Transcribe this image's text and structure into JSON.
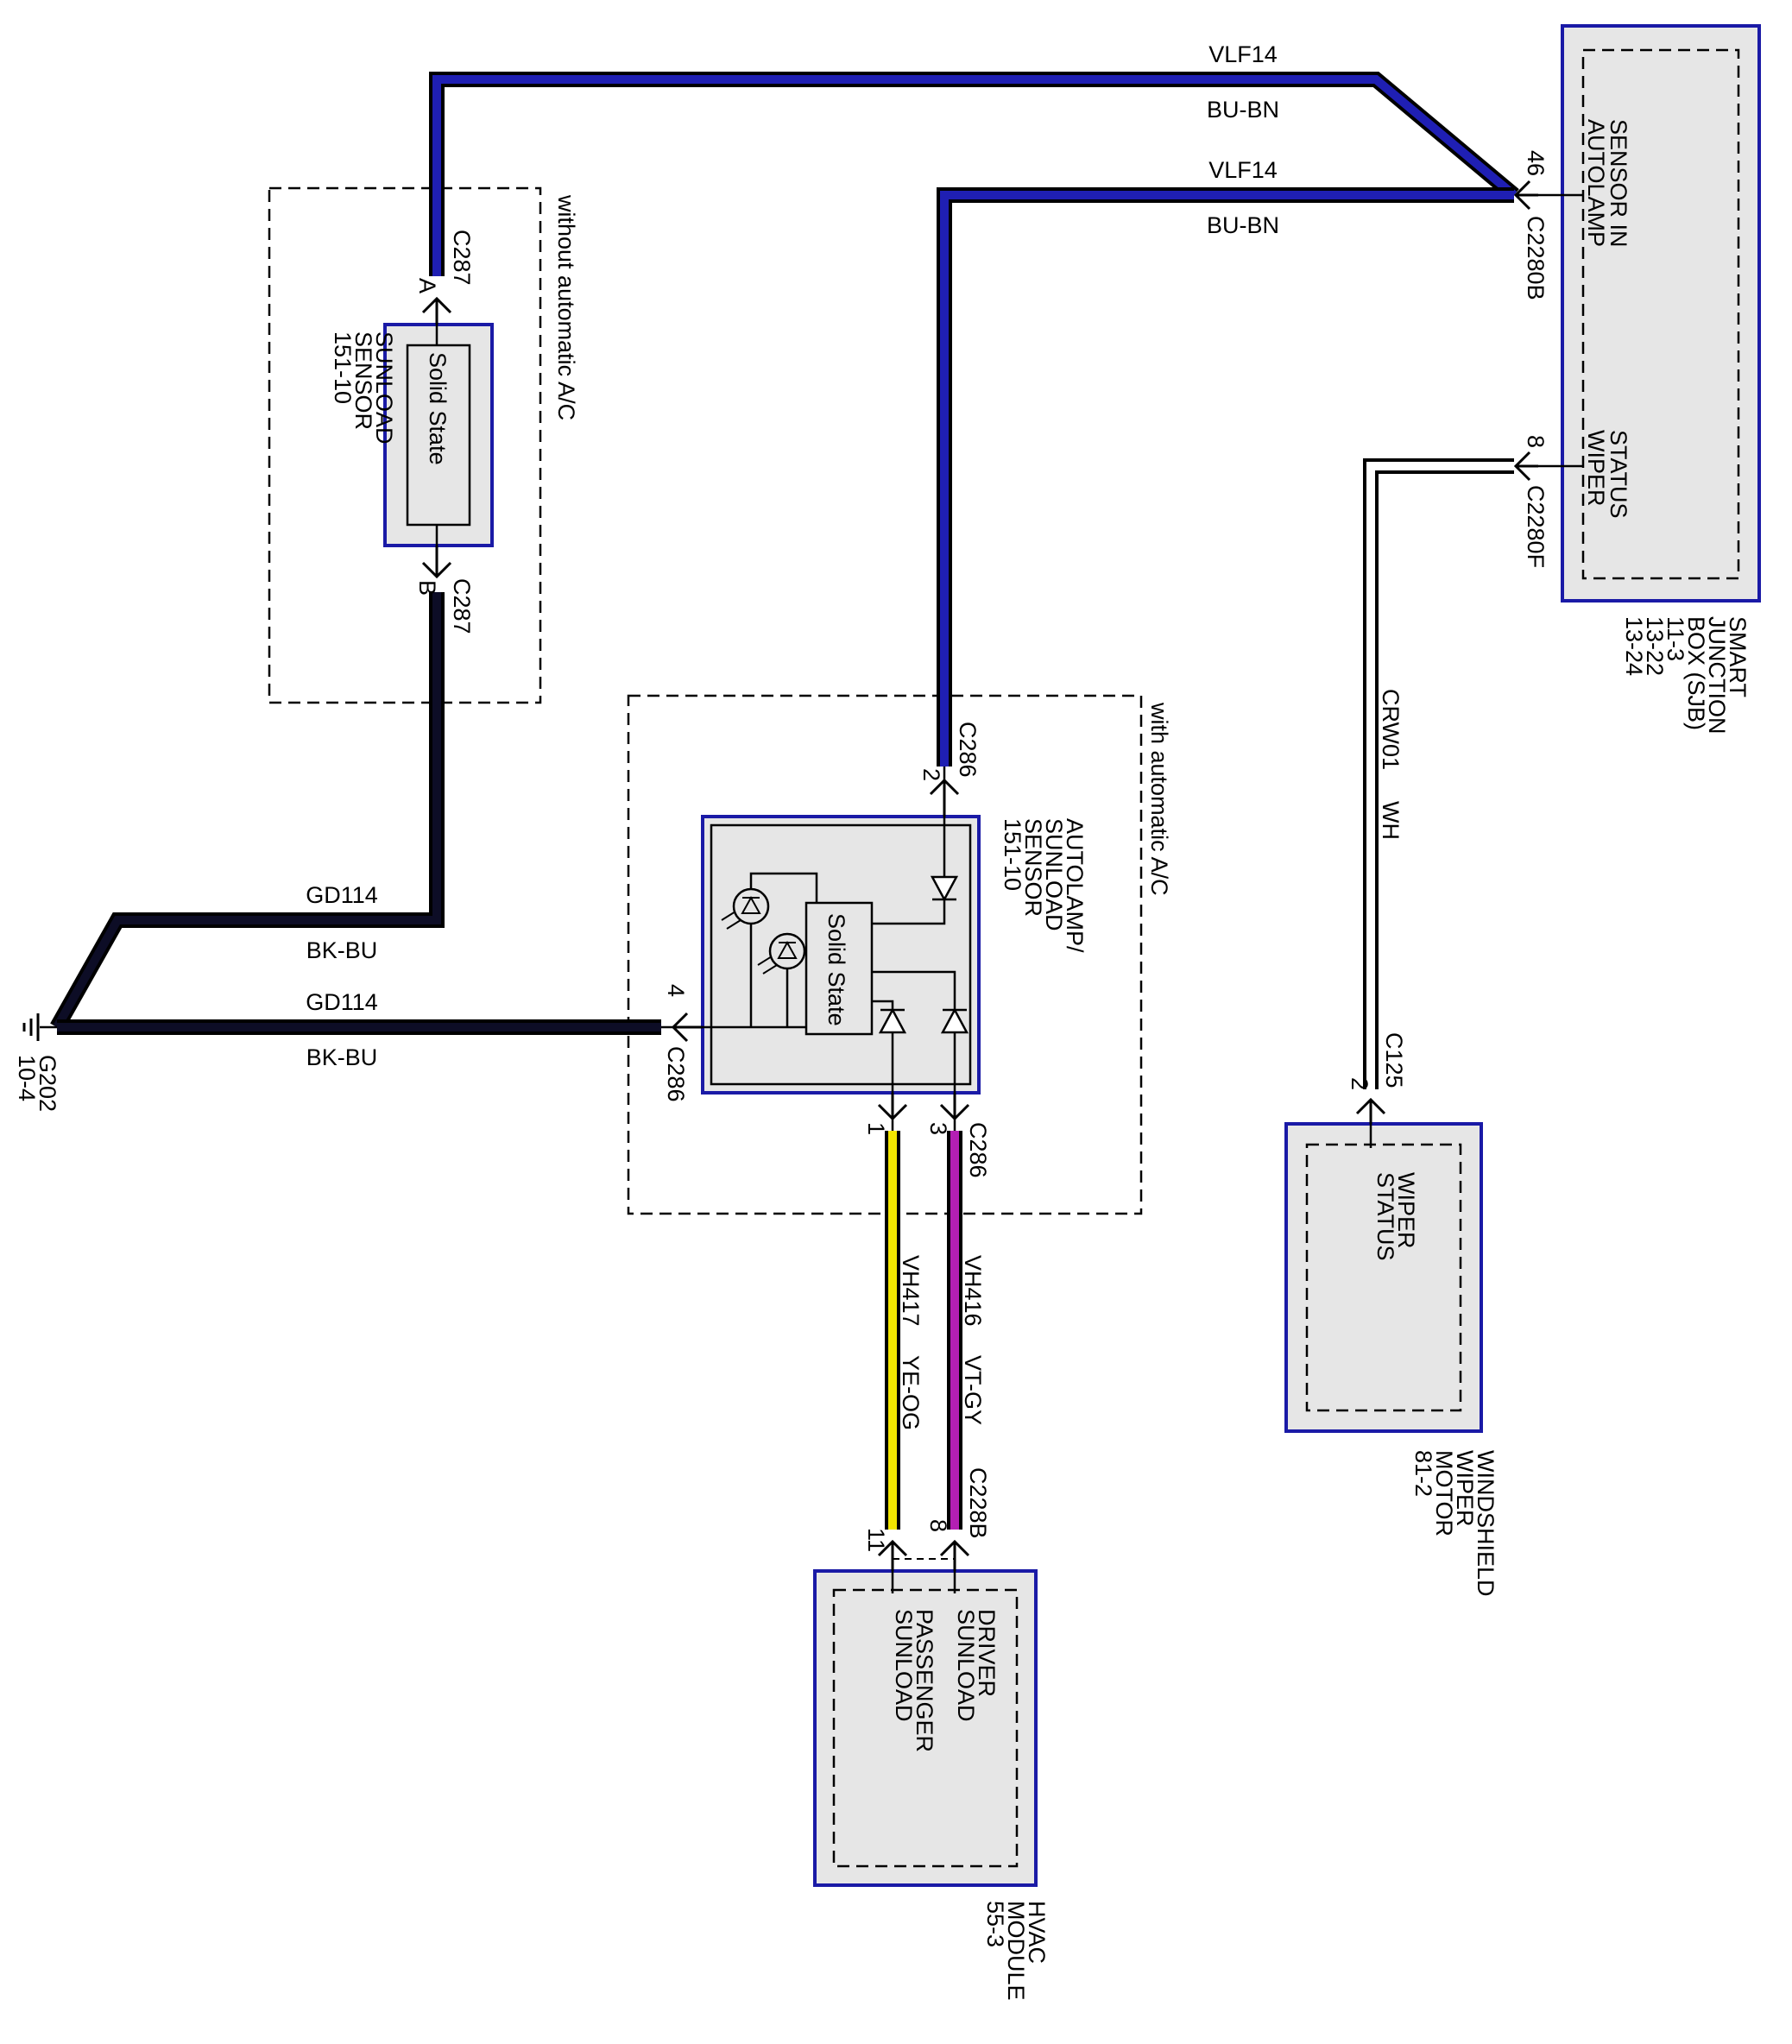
{
  "colors": {
    "box_border": "#1a1aa6",
    "box_fill": "#e6e6e6",
    "wire_bu_bn": "#1f1fb3",
    "wire_bk_bu": "#0d0d26",
    "wire_ye_og": "#f2e600",
    "wire_vt_gy": "#b31fb3",
    "wire_wh": "#ffffff"
  },
  "components": {
    "sjb": {
      "name_lines": [
        "SMART",
        "JUNCTION",
        "BOX (SJB)",
        "11-3",
        "13-22",
        "13-24"
      ],
      "func1_lines": [
        "AUTOLAMP",
        "SENSOR IN"
      ],
      "func2_lines": [
        "WIPER",
        "STATUS"
      ]
    },
    "sunload_sensor": {
      "name_lines": [
        "SUNLOAD",
        "SENSOR",
        "151-10"
      ],
      "inner_label": "Solid State"
    },
    "autolamp_sensor": {
      "name_lines": [
        "AUTOLAMP/",
        "SUNLOAD",
        "SENSOR",
        "151-10"
      ],
      "inner_label": "Solid State"
    },
    "wiper_motor": {
      "name_lines": [
        "WINDSHIELD",
        "WIPER",
        "MOTOR",
        "81-2"
      ],
      "func_lines": [
        "WIPER",
        "STATUS"
      ]
    },
    "hvac_module": {
      "name_lines": [
        "HVAC",
        "MODULE",
        "55-3"
      ],
      "func1_lines": [
        "DRIVER",
        "SUNLOAD"
      ],
      "func2_lines": [
        "PASSENGER",
        "SUNLOAD"
      ]
    },
    "ground": {
      "name_lines": [
        "G202",
        "10-4"
      ]
    }
  },
  "regions": {
    "without_ac": "without automatic A/C",
    "with_ac": "with automatic A/C"
  },
  "wires": {
    "top_upper": {
      "circuit": "VLF14",
      "color": "BU-BN"
    },
    "top_lower": {
      "circuit": "VLF14",
      "color": "BU-BN"
    },
    "gnd_upper": {
      "circuit": "GD114",
      "color": "BK-BU"
    },
    "gnd_lower": {
      "circuit": "GD114",
      "color": "BK-BU"
    },
    "wiper": {
      "circuit": "CRW01",
      "color": "WH"
    },
    "passenger": {
      "circuit": "VH417",
      "color": "YE-OG"
    },
    "driver": {
      "circuit": "VH416",
      "color": "VT-GY"
    }
  },
  "connectors": {
    "c287_a": {
      "id": "C287",
      "pin": "A"
    },
    "c287_b": {
      "id": "C287",
      "pin": "B"
    },
    "c286_2": {
      "id": "C286",
      "pin": "2"
    },
    "c286_4": {
      "id": "C286",
      "pin": "4"
    },
    "c286_13": {
      "id": "C286",
      "pin1": "1",
      "pin3": "3"
    },
    "c2280b": {
      "id": "C2280B",
      "pin": "46"
    },
    "c2280f": {
      "id": "C2280F",
      "pin": "8"
    },
    "c125": {
      "id": "C125",
      "pin": "2"
    },
    "c228b": {
      "id": "C228B",
      "pin_driver": "8",
      "pin_passenger": "11"
    }
  }
}
